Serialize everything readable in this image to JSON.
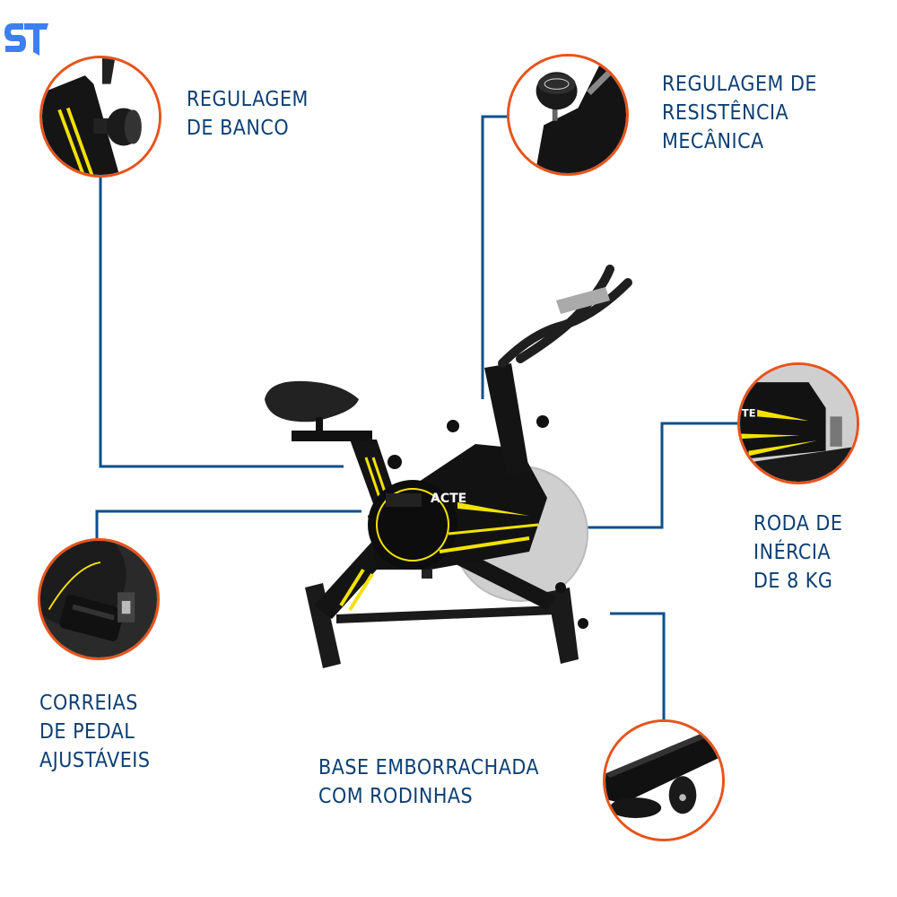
{
  "brand": {
    "logo_text": "ST",
    "logo_color": "#3d7ff2",
    "product_logo": "ACTE"
  },
  "colors": {
    "label_text": "#0d3f73",
    "connector_line": "#0b4f8a",
    "callout_ring": "#e8531c",
    "accent_yellow": "#f2e200"
  },
  "features": [
    {
      "id": "seat-adjustment",
      "label": "REGULAGEM\nDE BANCO"
    },
    {
      "id": "resistance-adjustment",
      "label": "REGULAGEM DE\nRESISTÊNCIA\nMECÂNICA"
    },
    {
      "id": "flywheel",
      "label": "RODA DE\nINÉRCIA\nDE 8 KG"
    },
    {
      "id": "pedal-straps",
      "label": "CORREIAS\nDE PEDAL\nAJUSTÁVEIS"
    },
    {
      "id": "rubber-base",
      "label": "BASE EMBORRACHADA\nCOM RODINHAS"
    }
  ]
}
